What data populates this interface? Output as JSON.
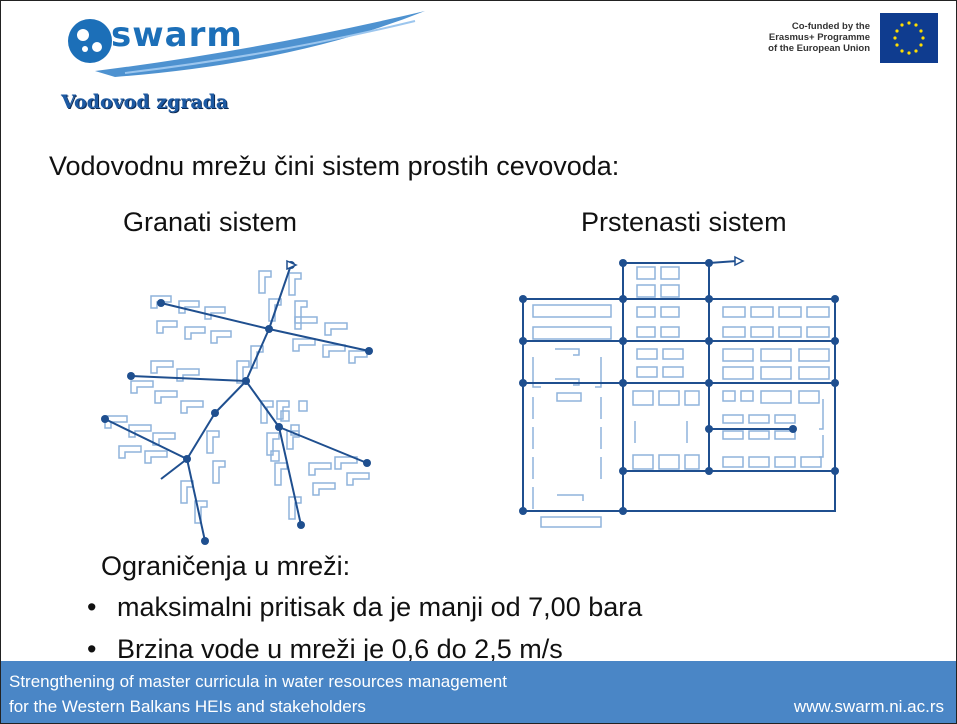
{
  "header": {
    "logo_text": "swarm",
    "eu_line1": "Co-funded by the",
    "eu_line2": "Erasmus+ Programme",
    "eu_line3": "of the European Union"
  },
  "section_title": "Vodovod zgrada",
  "heading": "Vodovodnu mrežu čini sistem prostih cevovoda:",
  "subheadings": {
    "left": "Granati sistem",
    "right": "Prstenasti sistem"
  },
  "limits_title": "Ograničenja u mreži:",
  "bullets": [
    "maksimalni pritisak da je manji od 7,00 bara",
    "Brzina vode u mreži je 0,6 do 2,5 m/s"
  ],
  "footer": {
    "line1": "Strengthening of master curricula in water resources management",
    "line2": "for the Western Balkans HEIs and stakeholders",
    "url": "www.swarm.ni.ac.rs"
  },
  "colors": {
    "pipe": "#1f4f8f",
    "building": "#8fb3dc",
    "footer_bg": "#4a86c6",
    "brand_blue": "#1c6fb8"
  }
}
